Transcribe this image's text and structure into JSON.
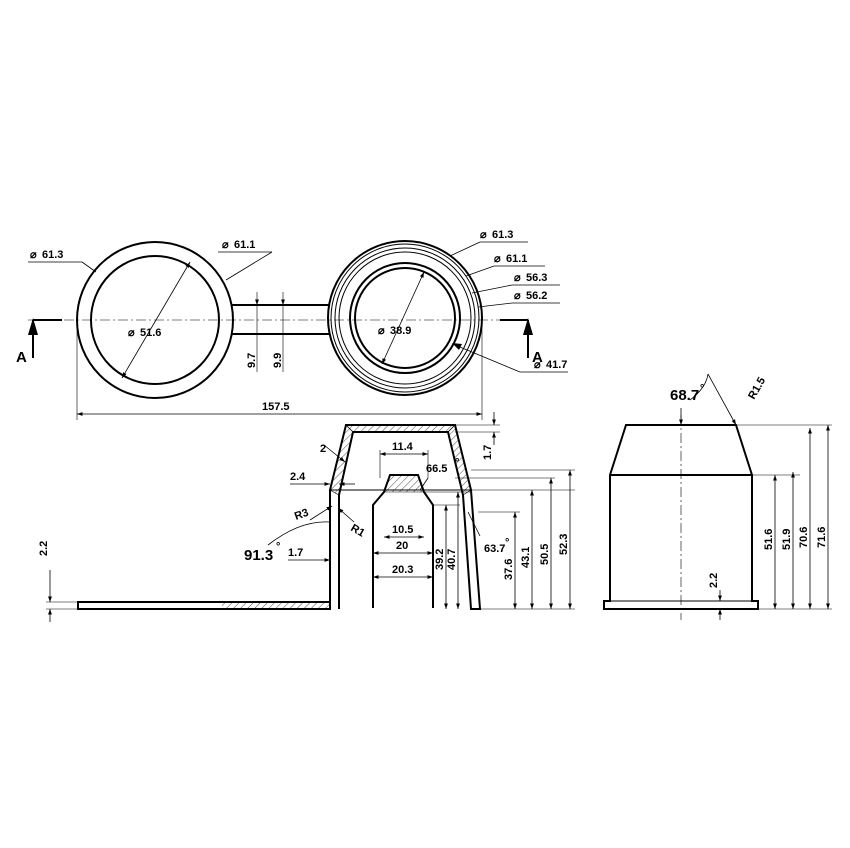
{
  "top_view": {
    "labels": {
      "ring_outer": "61.3",
      "ring_mid": "61.1",
      "ring_inner": "51.6",
      "tab_a": "9.7",
      "tab_b": "9.9",
      "cap_outer": "61.3",
      "cap_ring1": "61.1",
      "cap_ring2": "56.3",
      "cap_ring3": "56.2",
      "cap_inner": "38.9",
      "cap_inner2": "41.7",
      "overall_length": "157.5",
      "section_left": "A",
      "section_right": "A"
    }
  },
  "section_view": {
    "labels": {
      "top_wall": "2",
      "top_step": "1.7",
      "neck_w": "11.4",
      "angle_in": "66.5",
      "wall": "2.4",
      "r3": "R3",
      "r1": "R1",
      "w105": "10.5",
      "w20": "20",
      "w203": "20.3",
      "angle_out": "63.7",
      "angle_base": "91.3",
      "base_step": "1.7",
      "flange_t": "2.2",
      "h392": "39.2",
      "h407": "40.7",
      "h376": "37.6",
      "h431": "43.1",
      "h505": "50.5",
      "h523": "52.3"
    }
  },
  "side_view": {
    "labels": {
      "taper_angle": "68.7",
      "r15": "R1.5",
      "h516": "51.6",
      "h519": "51.9",
      "h706": "70.6",
      "h716": "71.6",
      "base_t": "2.2"
    }
  }
}
